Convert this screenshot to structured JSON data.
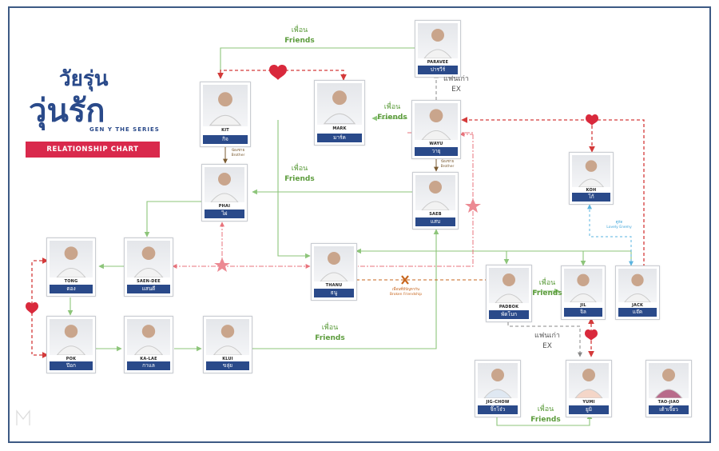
{
  "logo": {
    "title_line1": "วัยรุ่น",
    "title_line2": "วุ่นรัก",
    "subtitle": "GEN Y THE SERIES",
    "badge": "RELATIONSHIP CHART"
  },
  "characters": {
    "paravee": {
      "en": "PARAVEE",
      "th": "ปารวีร์"
    },
    "kit": {
      "en": "KIT",
      "th": "กิจ"
    },
    "mark": {
      "en": "MARK",
      "th": "มาร์ค"
    },
    "wayu": {
      "en": "WAYU",
      "th": "วายุ"
    },
    "phai": {
      "en": "PHAI",
      "th": "ไผ่"
    },
    "saeb": {
      "en": "SAEB",
      "th": "แสบ"
    },
    "koh": {
      "en": "KOH",
      "th": "โก้"
    },
    "tong": {
      "en": "TONG",
      "th": "ตอง"
    },
    "saen_dee": {
      "en": "SAEN-DEE",
      "th": "แสนดี"
    },
    "thanu": {
      "en": "THANU",
      "th": "ธนู"
    },
    "padbok": {
      "en": "PADBOK",
      "th": "พัดโบก"
    },
    "jil": {
      "en": "JIL",
      "th": "จิล"
    },
    "jack": {
      "en": "JACK",
      "th": "แจ๊ค"
    },
    "pok": {
      "en": "POK",
      "th": "ป๊อก"
    },
    "ka_lae": {
      "en": "KA-LAE",
      "th": "กาแล"
    },
    "klui": {
      "en": "KLUI",
      "th": "ขลุ่ย"
    },
    "jig_chow": {
      "en": "JIG-CHOW",
      "th": "จิ๊กโจ๋ว"
    },
    "yumi": {
      "en": "YUMI",
      "th": "ยูมิ"
    },
    "tao_jiao": {
      "en": "TAO-JIAO",
      "th": "เต้าเจี๊ยว"
    }
  },
  "relations": {
    "friends_th": "เพื่อน",
    "friends_en": "Friends",
    "ex_th": "แฟนเก่า",
    "ex_en": "EX",
    "brother_th": "น้องชาย",
    "brother_en": "Brother",
    "enemy_th": "คู่กัด",
    "enemy_en": "Lovely Enemy",
    "broken_th": "เพื่อนที่มีปัญหากัน",
    "broken_en": "Broken Friendship"
  },
  "colors": {
    "friend_line": "#8dc57a",
    "love_line": "#d43a3a",
    "ex_line": "#888888",
    "crush_line": "#e8737c",
    "enemy_line": "#5ab4e0",
    "broken_line": "#c7651d",
    "card_label": "#2a4a8a",
    "badge": "#d9294c"
  },
  "watermark": {
    "text": "M"
  }
}
